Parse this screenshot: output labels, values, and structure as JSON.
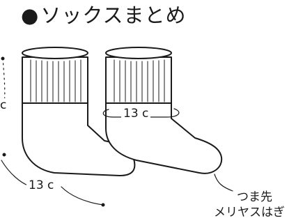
{
  "title": {
    "bullet": "●",
    "text": "ソックスまとめ"
  },
  "labels": {
    "left_measure": "c",
    "ankle_measure": "13 c",
    "sole_measure": "13 c"
  },
  "note": {
    "line1": "つま先",
    "line2": "メリヤスはぎ"
  }
}
